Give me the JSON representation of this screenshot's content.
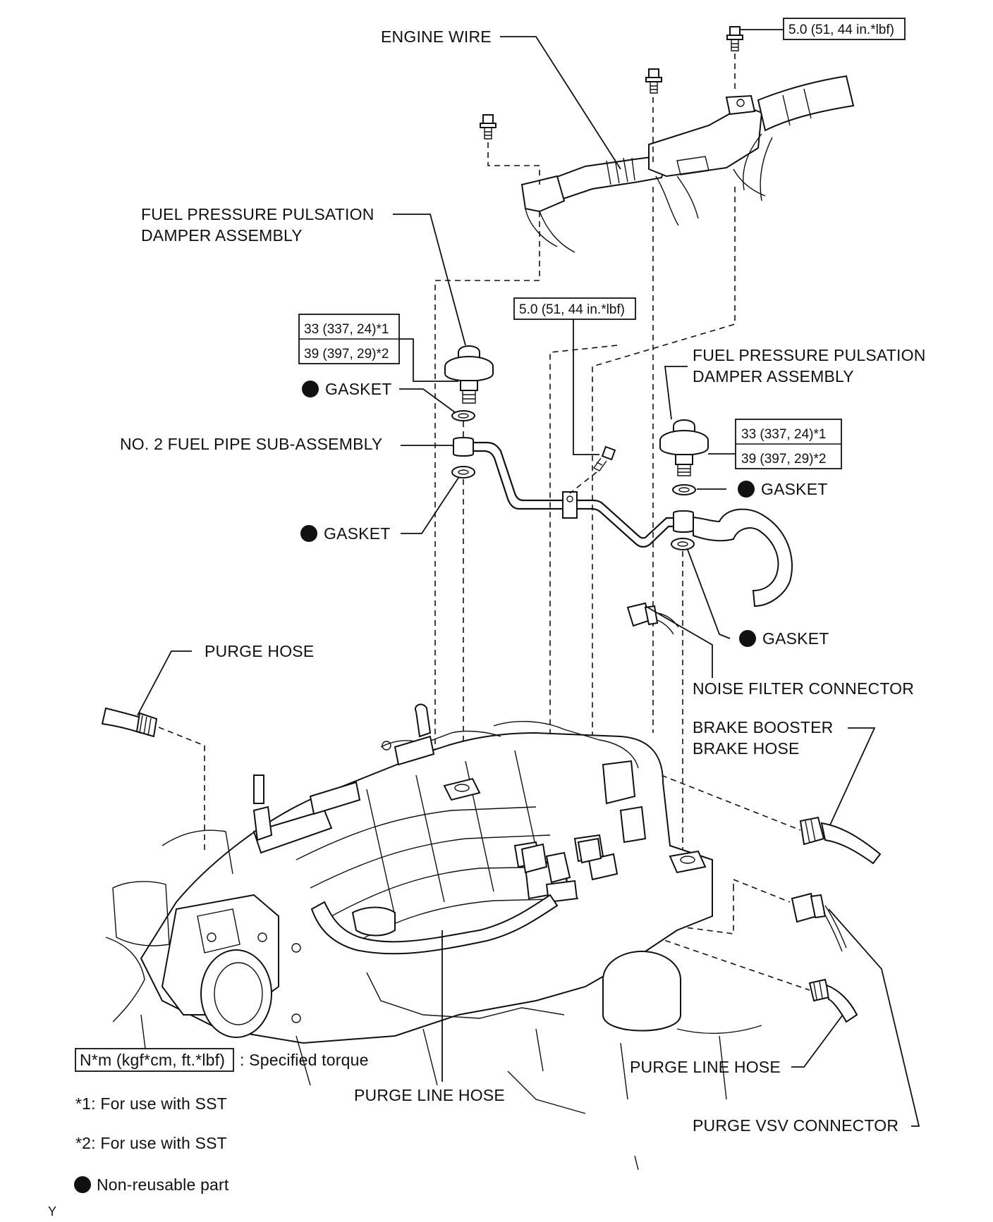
{
  "labels": {
    "engine_wire": "ENGINE WIRE",
    "damper_left_1": "FUEL PRESSURE PULSATION",
    "damper_left_2": "DAMPER ASSEMBLY",
    "damper_right_1": "FUEL PRESSURE PULSATION",
    "damper_right_2": "DAMPER ASSEMBLY",
    "gasket_1": "GASKET",
    "gasket_2": "GASKET",
    "gasket_3": "GASKET",
    "gasket_4": "GASKET",
    "fuel_pipe": "NO. 2 FUEL PIPE SUB-ASSEMBLY",
    "purge_hose": "PURGE HOSE",
    "noise_filter": "NOISE FILTER CONNECTOR",
    "brake_booster_1": "BRAKE BOOSTER",
    "brake_booster_2": "BRAKE HOSE",
    "purge_line_hose_left": "PURGE LINE HOSE",
    "purge_line_hose_right": "PURGE LINE HOSE",
    "purge_vsv": "PURGE VSV CONNECTOR"
  },
  "torque": {
    "bolt_top": "5.0 (51, 44 in.*lbf)",
    "bolt_mid": "5.0 (51, 44 in.*lbf)",
    "damper_left_1": "33 (337, 24)*1",
    "damper_left_2": "39 (397, 29)*2",
    "damper_right_1": "33 (337, 24)*1",
    "damper_right_2": "39 (397, 29)*2"
  },
  "legend": {
    "torque_unit": "N*m (kgf*cm, ft.*lbf)",
    "torque_desc": ": Specified torque",
    "note1": "*1: For use with SST",
    "note2": "*2: For use with SST",
    "non_reusable": "Non-reusable part"
  },
  "corner_mark": "Y"
}
